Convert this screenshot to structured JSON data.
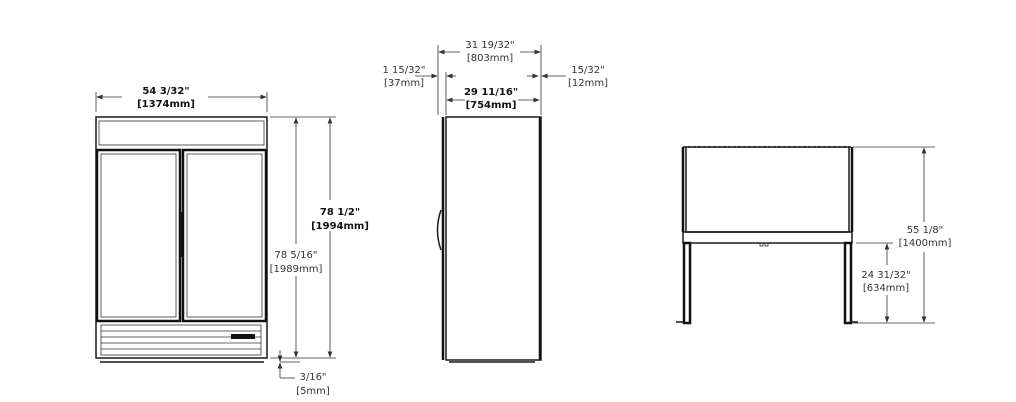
{
  "front_view": {
    "width_in": "54 3/32\"",
    "width_mm": "[1374mm]",
    "height_total_in": "78 1/2\"",
    "height_total_mm": "[1994mm]",
    "height_body_in": "78 5/16\"",
    "height_body_mm": "[1989mm]",
    "leg_in": "3/16\"",
    "leg_mm": "[5mm]"
  },
  "side_view": {
    "depth_total_in": "31 19/32\"",
    "depth_total_mm": "[803mm]",
    "door_in": "1 15/32\"",
    "door_mm": "[37mm]",
    "rear_in": "15/32\"",
    "rear_mm": "[12mm]",
    "depth_body_in": "29 11/16\"",
    "depth_body_mm": "[754mm]"
  },
  "open_view": {
    "height_in": "55 1/8\"",
    "height_mm": "[1400mm]",
    "shelf_in": "24 31/32\"",
    "shelf_mm": "[634mm]"
  }
}
